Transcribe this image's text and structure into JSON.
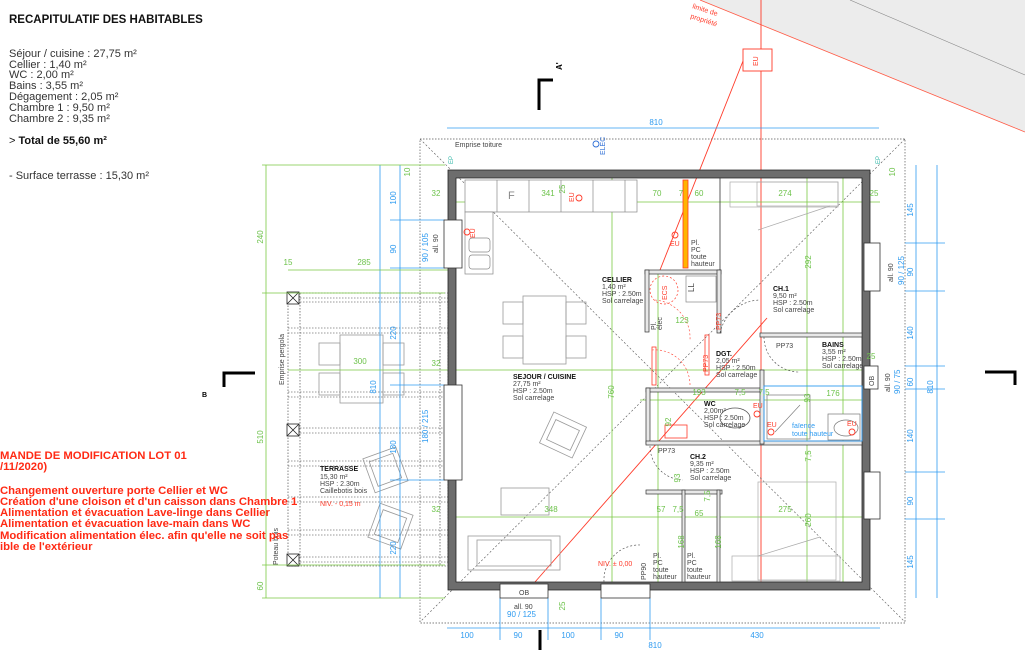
{
  "summary": {
    "title": "RECAPITULATIF DES HABITABLES",
    "items": [
      "Séjour / cuisine : 27,75 m²",
      "Cellier : 1,40 m²",
      "WC : 2,00 m²",
      "Bains : 3,55 m²",
      "Dégagement : 2,05 m²",
      "Chambre 1 : 9,50 m²",
      "Chambre 2 : 9,35 m²"
    ],
    "total_prefix": "> ",
    "total": "Total de 55,60 m²",
    "terrace": "- Surface terrasse : 15,30 m²"
  },
  "modification": {
    "title": "MANDE DE MODIFICATION LOT 01",
    "date": "/11/2020)",
    "items": [
      "Changement ouverture porte Cellier et WC",
      "Création d'une cloison et d'un caisson dans Chambre 1",
      "Alimentation et évacuation Lave-linge dans Cellier",
      "Alimentation et évacuation lave-main dans WC",
      "Modification alimentation élec. afin qu'elle ne soit pas",
      "ible de l'extérieur"
    ]
  },
  "rooms": {
    "cellier": {
      "name": "CELLIER",
      "area": "1,40 m²",
      "hsp": "HSP : 2.50m",
      "floor": "Sol carrelage"
    },
    "ch1": {
      "name": "CH.1",
      "area": "9,50 m²",
      "hsp": "HSP : 2.50m",
      "floor": "Sol carrelage"
    },
    "bains": {
      "name": "BAINS",
      "area": "3,55 m²",
      "hsp": "HSP : 2.50m",
      "floor": "Sol carrelage"
    },
    "dgt": {
      "name": "DGT.",
      "area": "2,05 m²",
      "hsp": "HSP : 2.50m",
      "floor": "Sol carrelage"
    },
    "sejour": {
      "name": "SEJOUR / CUISINE",
      "area": "27,75 m²",
      "hsp": "HSP : 2.50m",
      "floor": "Sol carrelage"
    },
    "wc": {
      "name": "WC",
      "area": "2,00m²",
      "hsp": "HSP : 2.50m",
      "floor": "Sol carrelage"
    },
    "ch2": {
      "name": "CH.2",
      "area": "9,35 m²",
      "hsp": "HSP : 2.50m",
      "floor": "Sol carrelage"
    },
    "terrasse": {
      "name": "TERRASSE",
      "area": "15,30 m²",
      "hsp": "HSP : 2.30m",
      "floor": "Caillebotis bois",
      "level": "NIV. - 0,15 m"
    }
  },
  "annotations": {
    "property_limit": [
      "limite de",
      "propriété"
    ],
    "eu": "EU",
    "elec": "ELEC",
    "ep": "EP",
    "roof_outline": "Emprise toiture",
    "pergola_outline": "Emprise pergola",
    "wood_post": "Poteau bois",
    "section_a": "A'",
    "section_b": "B",
    "ob": "OB",
    "allege": "all. 90",
    "window_bottom": "90 / 125",
    "window_right_top": "90 / 125",
    "window_right_mid": "90 / 75",
    "window_left_top": "90 / 105",
    "window_left_mid": "180 / 215",
    "pp73": "PP73",
    "pp90": "PP90",
    "placard": [
      "Pl.",
      "PC",
      "toute",
      "hauteur"
    ],
    "faience": [
      "faïence",
      "toute hauteur"
    ],
    "level_zero": "NIV. ± 0,00",
    "ll": "LL",
    "ecs": "ECS",
    "fridge": "F",
    "pl_elec": [
      "Pl.",
      "élec"
    ]
  },
  "dimensions": {
    "blue": [
      "810",
      "100",
      "90",
      "100",
      "90",
      "430",
      "810",
      "145",
      "90",
      "140",
      "60",
      "140",
      "90",
      "145",
      "810",
      "100",
      "90",
      "220",
      "810",
      "180",
      "220"
    ],
    "green": [
      "240",
      "510",
      "60",
      "15",
      "285",
      "300",
      "32",
      "32",
      "32",
      "341",
      "25",
      "70",
      "7",
      "60",
      "274",
      "25",
      "292",
      "123",
      "193",
      "7,5",
      "7,5",
      "93",
      "176",
      "760",
      "7,5",
      "92",
      "93",
      "348",
      "57",
      "7,5",
      "65",
      "7,5",
      "168",
      "168",
      "275",
      "260",
      "25",
      "25",
      "10",
      "10"
    ]
  },
  "colors": {
    "dim_blue": "#2f9bf0",
    "dim_green": "#6cc24a",
    "network_red": "#ff3b2a",
    "wall": "#6d6d6d",
    "modification_red": "#ff2a14"
  }
}
